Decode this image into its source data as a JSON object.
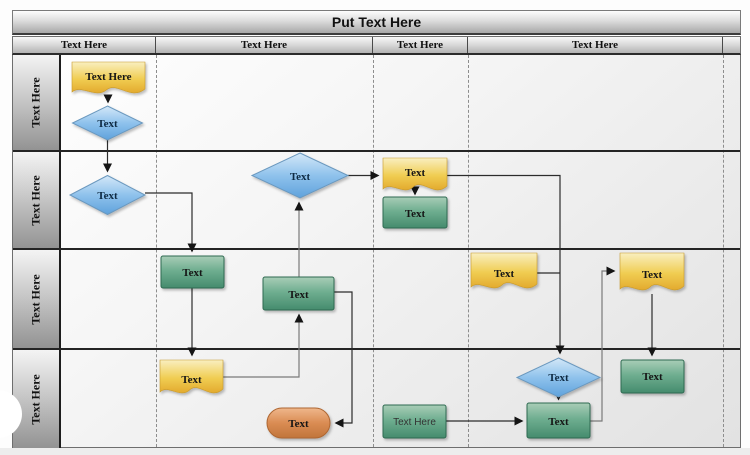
{
  "title": "Put Text Here",
  "columns": [
    {
      "label": "Text Here"
    },
    {
      "label": "Text Here"
    },
    {
      "label": "Text Here"
    },
    {
      "label": "Text Here"
    },
    {
      "label": ""
    }
  ],
  "rows": [
    {
      "label": "Text Here"
    },
    {
      "label": "Text Here"
    },
    {
      "label": "Text Here"
    },
    {
      "label": "Text Here"
    }
  ],
  "shapes": [
    {
      "type": "document",
      "label": "Text Here",
      "lane_row": 1,
      "lane_col": 1
    },
    {
      "type": "decision",
      "label": "Text",
      "lane_row": 1,
      "lane_col": 1
    },
    {
      "type": "decision",
      "label": "Text",
      "lane_row": 2,
      "lane_col": 1
    },
    {
      "type": "decision",
      "label": "Text",
      "lane_row": 2,
      "lane_col": 2
    },
    {
      "type": "document",
      "label": "Text",
      "lane_row": 2,
      "lane_col": 3
    },
    {
      "type": "process",
      "label": "Text",
      "lane_row": 2,
      "lane_col": 3
    },
    {
      "type": "process",
      "label": "Text",
      "lane_row": 3,
      "lane_col": 2
    },
    {
      "type": "process",
      "label": "Text",
      "lane_row": 3,
      "lane_col": 2
    },
    {
      "type": "document",
      "label": "Text",
      "lane_row": 3,
      "lane_col": 4
    },
    {
      "type": "document",
      "label": "Text",
      "lane_row": 3,
      "lane_col": 4
    },
    {
      "type": "document",
      "label": "Text",
      "lane_row": 4,
      "lane_col": 2
    },
    {
      "type": "terminator",
      "label": "Text",
      "lane_row": 4,
      "lane_col": 2
    },
    {
      "type": "process",
      "label": "Text Here",
      "lane_row": 4,
      "lane_col": 3
    },
    {
      "type": "decision",
      "label": "Text",
      "lane_row": 4,
      "lane_col": 4
    },
    {
      "type": "process",
      "label": "Text",
      "lane_row": 4,
      "lane_col": 4
    },
    {
      "type": "process",
      "label": "Text",
      "lane_row": 4,
      "lane_col": 4
    }
  ],
  "colors": {
    "document_fill": "#EFC946",
    "decision_fill": "#6FACE0",
    "process_fill": "#4E9477",
    "terminator_fill": "#C97A3F",
    "header_fill": "#C9C9C9",
    "connector": "#2C2C2C"
  }
}
